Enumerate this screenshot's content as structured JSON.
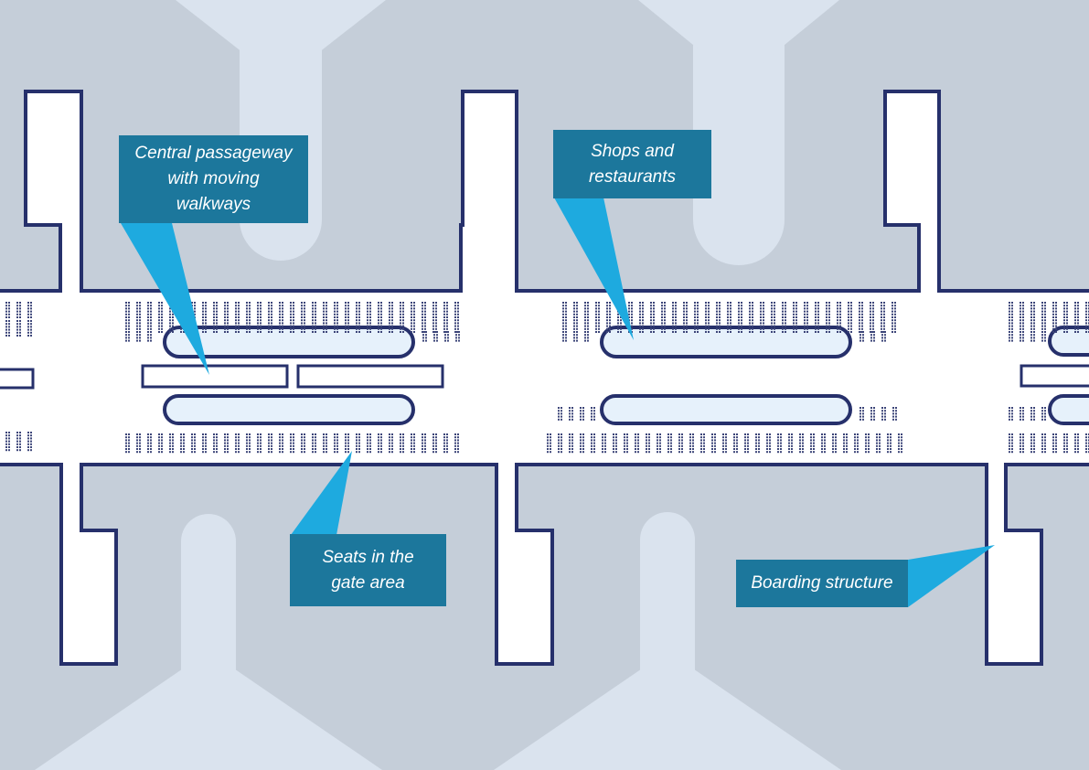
{
  "colors": {
    "background": "#c5ced9",
    "airplane_silhouette": "#dae3ee",
    "terminal_floor": "#ffffff",
    "outline": "#26306b",
    "moving_walkway_fill": "#e6f1fb",
    "seat_dots": "#3b4478",
    "callout_box": "#1c779c",
    "callout_pointer": "#1eaadf",
    "callout_text": "#ffffff"
  },
  "callouts": {
    "central_passageway": "Central passageway\nwith moving\nwalkways",
    "shops": "Shops and\nrestaurants",
    "seats": "Seats in the\ngate area",
    "boarding": "Boarding structure"
  }
}
